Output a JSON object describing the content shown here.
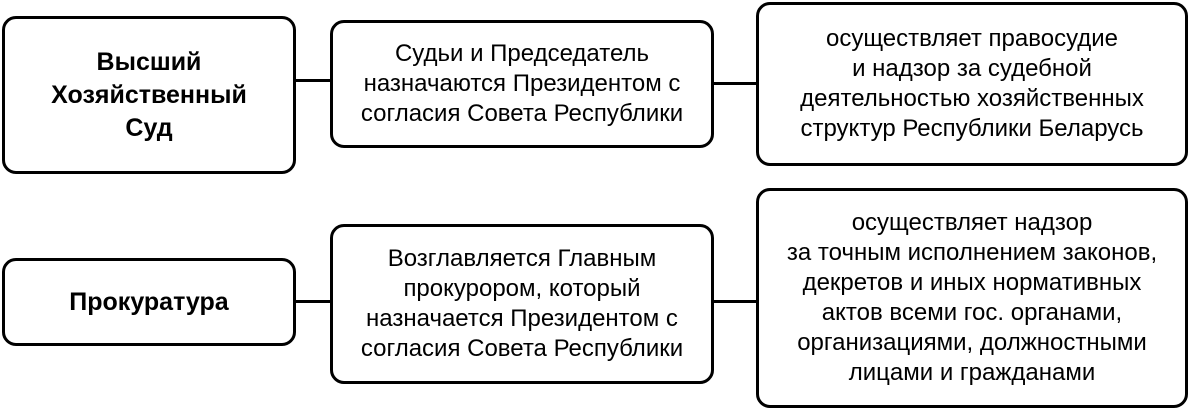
{
  "rows": [
    {
      "title": "Высший\nХозяйственный\nСуд",
      "middle": "Судьи и Председатель\nназначаются Президентом с\nсогласия Совета Республики",
      "right": "осуществляет правосудие\nи надзор за судебной\nдеятельностью хозяйственных\nструктур Республики Беларусь"
    },
    {
      "title": "Прокуратура",
      "middle": "Возглавляется Главным\nпрокурором, который\nназначается Президентом с\nсогласия Совета Республики",
      "right": "осуществляет надзор\nза точным исполнением законов,\nдекретов и иных нормативных\nактов всеми гос. органами,\nорганизациями, должностными\nлицами и гражданами"
    }
  ]
}
